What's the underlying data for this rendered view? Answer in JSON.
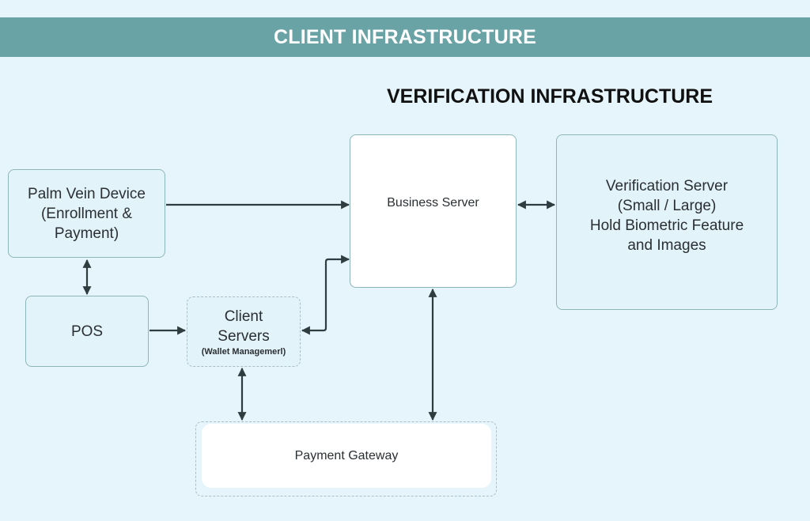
{
  "banner": {
    "title": "CLIENT INFRASTRUCTURE"
  },
  "section": {
    "title": "VERIFICATION INFRASTRUCTURE"
  },
  "nodes": {
    "palm_vein": {
      "lines": [
        "Palm Vein Device",
        "(Enrollment &",
        "Payment)"
      ]
    },
    "pos": {
      "label": "POS"
    },
    "client_servers": {
      "lines": [
        "Client",
        "Servers"
      ],
      "sub": "(Wallet Managemerl)"
    },
    "business_server": {
      "label": "Business Server"
    },
    "verification_server": {
      "lines": [
        "Verification Server",
        "(Small / Large)",
        "Hold Biometric Feature",
        "and Images"
      ]
    },
    "payment_gateway": {
      "label": "Payment Gateway"
    }
  },
  "edges": [
    {
      "from": "palm_vein",
      "to": "business_server",
      "direction": "one-way"
    },
    {
      "from": "palm_vein",
      "to": "pos",
      "direction": "two-way"
    },
    {
      "from": "pos",
      "to": "client_servers",
      "direction": "one-way"
    },
    {
      "from": "client_servers",
      "to": "business_server",
      "direction": "two-way"
    },
    {
      "from": "business_server",
      "to": "verification_server",
      "direction": "two-way"
    },
    {
      "from": "business_server",
      "to": "payment_gateway",
      "direction": "two-way"
    },
    {
      "from": "client_servers",
      "to": "payment_gateway",
      "direction": "two-way"
    }
  ],
  "colors": {
    "banner": "#6aa3a6",
    "arrow": "#2f3d40",
    "border": "#8db6b9",
    "background": "#e6f4fb"
  }
}
